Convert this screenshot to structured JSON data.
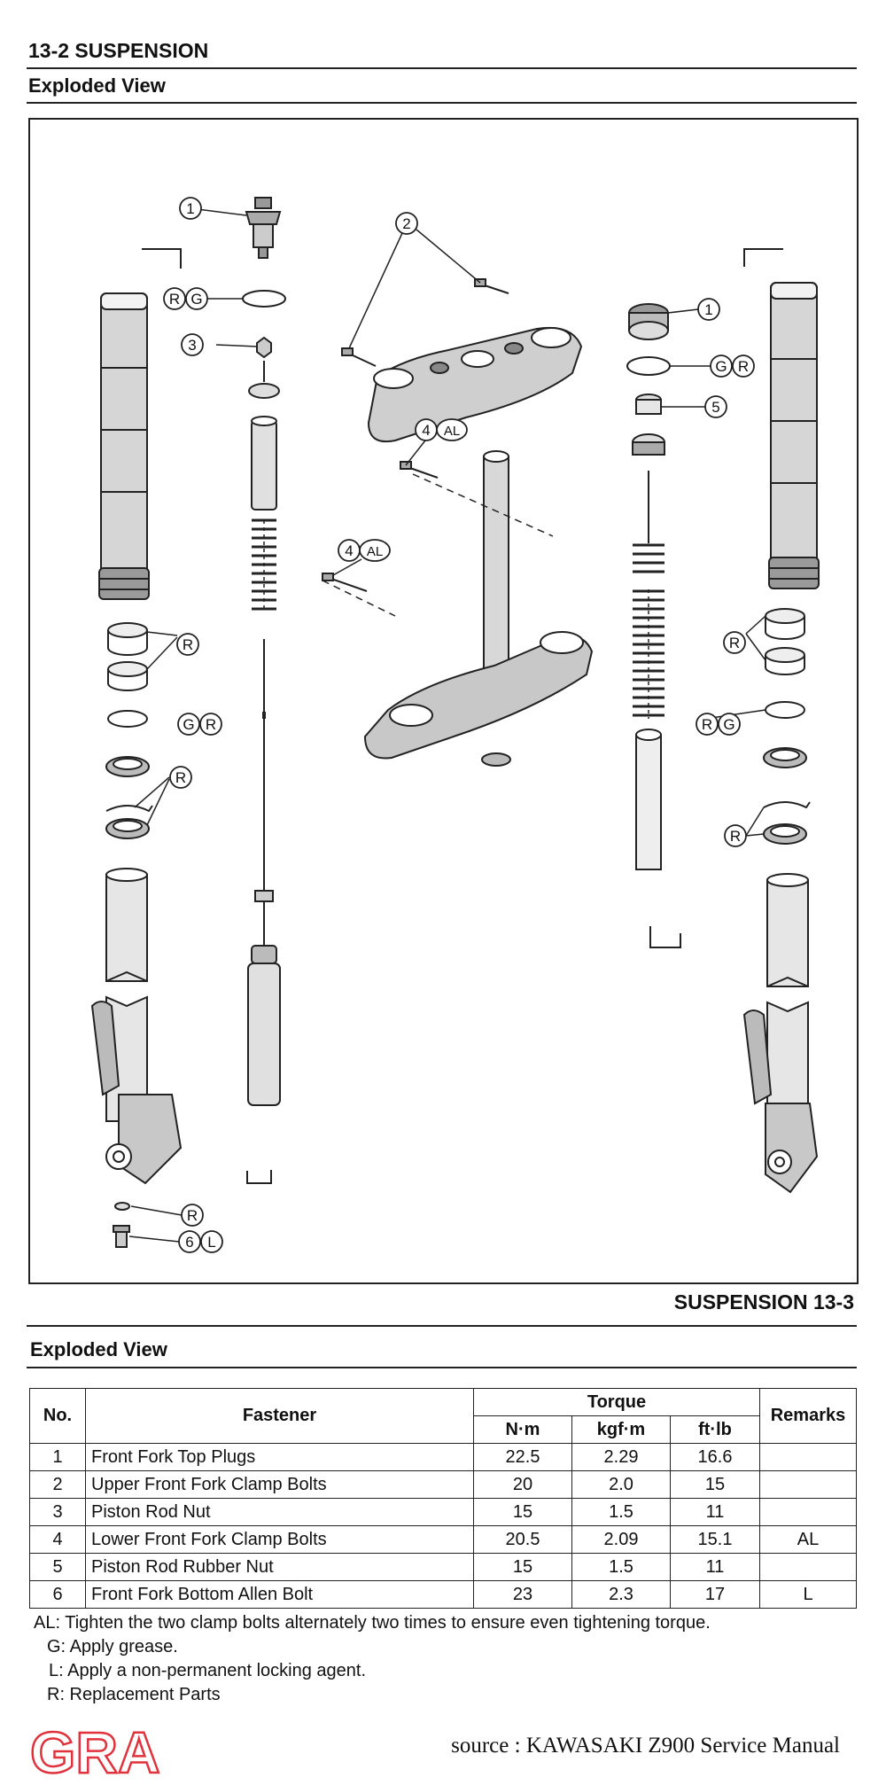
{
  "page1": {
    "title": "13-2 SUSPENSION",
    "subtitle": "Exploded View"
  },
  "page2": {
    "title": "SUSPENSION 13-3",
    "subtitle": "Exploded View"
  },
  "callouts": {
    "c1": "1",
    "c2": "2",
    "c3": "3",
    "c4": "4",
    "c5": "5",
    "c6": "6",
    "AL": "AL",
    "G": "G",
    "R": "R",
    "L": "L"
  },
  "table": {
    "headers": {
      "no": "No.",
      "fastener": "Fastener",
      "torque": "Torque",
      "nm": "N·m",
      "kgfm": "kgf·m",
      "ftlb": "ft·lb",
      "remarks": "Remarks"
    },
    "rows": [
      {
        "no": "1",
        "fastener": "Front Fork Top Plugs",
        "nm": "22.5",
        "kgfm": "2.29",
        "ftlb": "16.6",
        "remarks": ""
      },
      {
        "no": "2",
        "fastener": "Upper Front Fork Clamp Bolts",
        "nm": "20",
        "kgfm": "2.0",
        "ftlb": "15",
        "remarks": ""
      },
      {
        "no": "3",
        "fastener": "Piston Rod Nut",
        "nm": "15",
        "kgfm": "1.5",
        "ftlb": "11",
        "remarks": ""
      },
      {
        "no": "4",
        "fastener": "Lower Front Fork Clamp Bolts",
        "nm": "20.5",
        "kgfm": "2.09",
        "ftlb": "15.1",
        "remarks": "AL"
      },
      {
        "no": "5",
        "fastener": "Piston Rod Rubber Nut",
        "nm": "15",
        "kgfm": "1.5",
        "ftlb": "11",
        "remarks": ""
      },
      {
        "no": "6",
        "fastener": "Front Fork Bottom Allen Bolt",
        "nm": "23",
        "kgfm": "2.3",
        "ftlb": "17",
        "remarks": "L"
      }
    ]
  },
  "notes": [
    "AL: Tighten the two clamp bolts alternately two times to ensure even tightening torque.",
    "G: Apply grease.",
    "L: Apply a non-permanent locking agent.",
    "R: Replacement Parts"
  ],
  "logo_text": "GRA",
  "source": "source : KAWASAKI Z900 Service Manual"
}
